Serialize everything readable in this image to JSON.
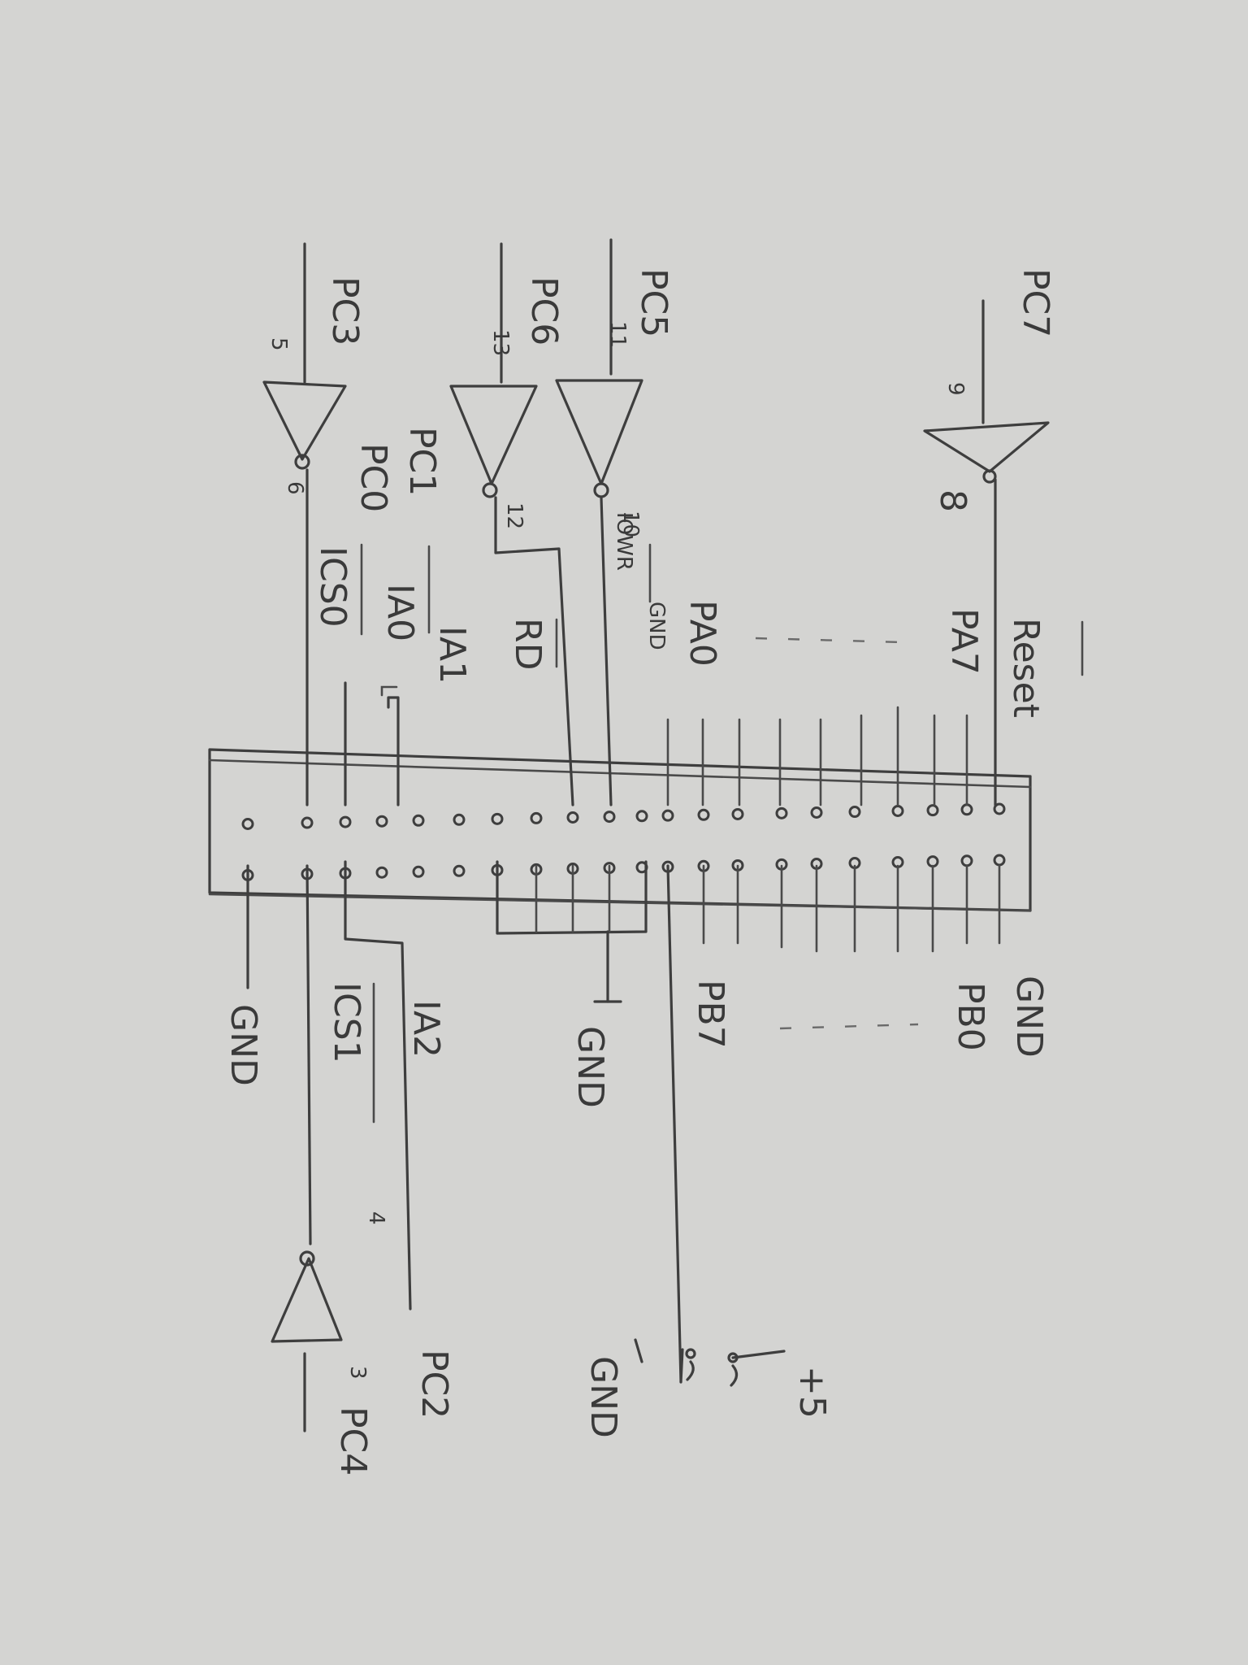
{
  "top_labels": {
    "reset": "Reset",
    "pa7": "PA7",
    "pa0": "PA0",
    "gnd_small": "GND",
    "iowr": "IOWR",
    "rd": "RD",
    "ia1": "IA1",
    "ia0": "IA0",
    "ics0": "ICS0",
    "pc1": "PC1",
    "pc0": "PC0"
  },
  "left_labels": {
    "pc7": "PC7",
    "pc5": "PC5",
    "pc6": "PC6",
    "pc3": "PC3"
  },
  "pin_numbers": {
    "n9": "9",
    "n8": "8",
    "n11": "11",
    "n10": "10",
    "n13": "13",
    "n12": "12",
    "n5": "5",
    "n6": "6",
    "n4": "4",
    "n3": "3"
  },
  "bottom_labels": {
    "gnd_top": "GND",
    "pb0": "PB0",
    "pb7": "PB7",
    "gnd_mid": "GND",
    "ia2": "IA2",
    "ics1": "ICS1",
    "gnd_left": "GND",
    "pc2": "PC2",
    "pc4": "PC4",
    "gnd_switch": "GND",
    "plus5": "+5"
  }
}
